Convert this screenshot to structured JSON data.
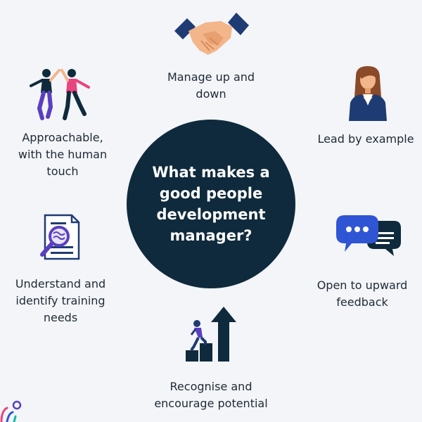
{
  "center": {
    "title": "What makes a\ngood people\ndevelopment\nmanager?"
  },
  "items": [
    {
      "label": "Manage up and\ndown",
      "icon": "handshake-icon"
    },
    {
      "label": "Lead by example",
      "icon": "businesswoman-icon"
    },
    {
      "label": "Open to upward\nfeedback",
      "icon": "chat-bubbles-icon"
    },
    {
      "label": "Recognise and\nencourage potential",
      "icon": "stairs-growth-icon"
    },
    {
      "label": "Understand and\nidentify training\nneeds",
      "icon": "document-magnifier-icon"
    },
    {
      "label": "Approachable,\nwith the human\ntouch",
      "icon": "high-five-people-icon"
    }
  ],
  "colors": {
    "background": "#f3f5f8",
    "center_circle": "#0f2a3c",
    "navy": "#1f3b73",
    "dark": "#0f2a3c",
    "pink": "#e8447e",
    "purple": "#5a3fc0",
    "blue": "#2f55d4",
    "skin": "#f3b58a"
  }
}
